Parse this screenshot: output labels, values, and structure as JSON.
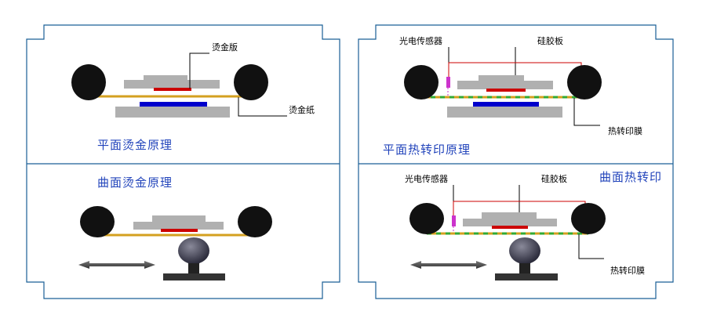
{
  "panels": {
    "top_left": {
      "title": "平面烫金原理",
      "label_plate": "烫金版",
      "label_foil": "烫金纸"
    },
    "bottom_left": {
      "title": "曲面烫金原理"
    },
    "top_right": {
      "title": "平面热转印原理",
      "label_sensor": "光电传感器",
      "label_silicone": "硅胶板",
      "label_film": "热转印膜"
    },
    "bottom_right": {
      "title": "曲面热转印",
      "label_sensor": "光电传感器",
      "label_silicone": "硅胶板",
      "label_film": "热转印膜"
    }
  },
  "colors": {
    "frame": "#1a5f96",
    "roller": "#111111",
    "plate": "#b0b0b0",
    "hot_plate": "#cc0000",
    "paper": "#0000cc",
    "foil_line": "#d4a020",
    "film_dash": "#33aa33",
    "sensor": "#cc33cc",
    "wire": "#cc0000",
    "arrow": "#555555",
    "workpiece": "#333333"
  }
}
